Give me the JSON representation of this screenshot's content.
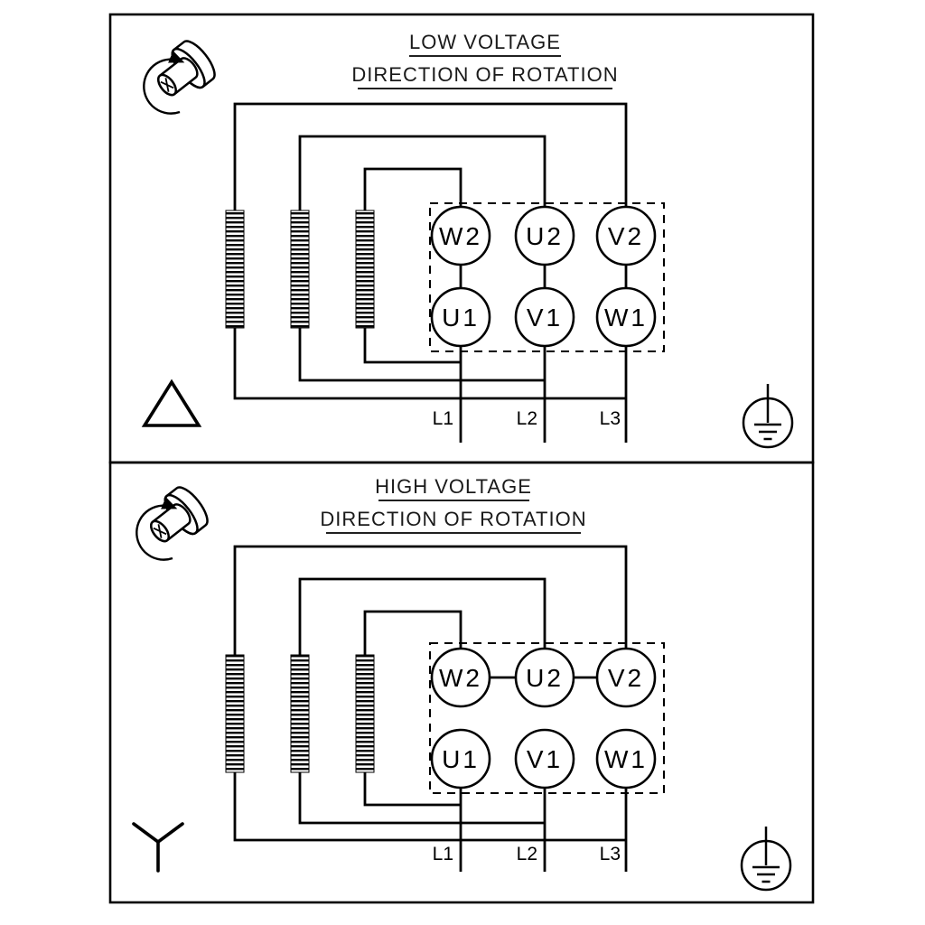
{
  "diagram": {
    "type": "motor-terminal-wiring-diagram",
    "colors": {
      "line": "#000000",
      "background": "#ffffff"
    }
  },
  "icons": {
    "shaft-rotation-icon": "motor shaft end with curved rotation arrow",
    "delta-connection-icon": "delta (triangle) winding connection symbol",
    "star-connection-icon": "star / wye (Y) winding connection symbol",
    "earth-ground-icon": "protective earth ground symbol in circle",
    "winding-coil-icon": "hatched motor winding coil bar"
  },
  "panels": [
    {
      "title": "LOW VOLTAGE",
      "subtitle": "DIRECTION OF ROTATION",
      "connection": "delta",
      "terminals_top": [
        "W2",
        "U2",
        "V2"
      ],
      "terminals_bottom": [
        "U1",
        "V1",
        "W1"
      ],
      "leads": [
        "L1",
        "L2",
        "L3"
      ]
    },
    {
      "title": "HIGH VOLTAGE",
      "subtitle": "DIRECTION OF ROTATION",
      "connection": "star",
      "terminals_top": [
        "W2",
        "U2",
        "V2"
      ],
      "terminals_bottom": [
        "U1",
        "V1",
        "W1"
      ],
      "leads": [
        "L1",
        "L2",
        "L3"
      ]
    }
  ]
}
